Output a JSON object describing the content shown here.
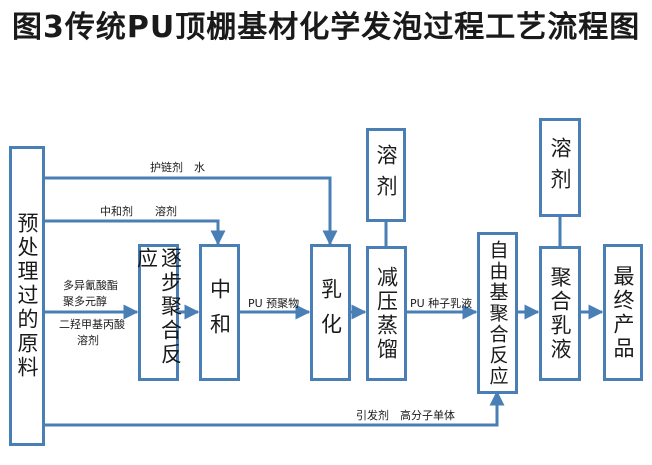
{
  "title": {
    "fig": "图3",
    "text": "传统PU顶棚基材化学发泡过程工艺流程图"
  },
  "boxes": {
    "pretreat": "预处理过的原料",
    "step_poly": "逐步聚合反应",
    "neutralize": "中和",
    "emulsify": "乳化",
    "solvent_top_1": "溶剂",
    "vacuum": "减压蒸馏",
    "radical_poly": "自由基聚合反应",
    "solvent_top_2": "溶剂",
    "emulsion_poly": "聚合乳液",
    "final": "最终产品"
  },
  "labels": {
    "chain_water": "护链剂　水",
    "neutral_solvent": "中和剂　　溶剂",
    "feed1": "多异氰酸酯",
    "feed2": "聚多元醇",
    "feed3": "二羟甲基丙酸",
    "feed4": "溶剂",
    "prepolymer": "PU 预聚物",
    "seed_emulsion": "PU 种子乳液",
    "initiator_monomer": "引发剂　高分子单体"
  },
  "colors": {
    "line": "#4a7fb5",
    "border": "#4a7fb5"
  }
}
